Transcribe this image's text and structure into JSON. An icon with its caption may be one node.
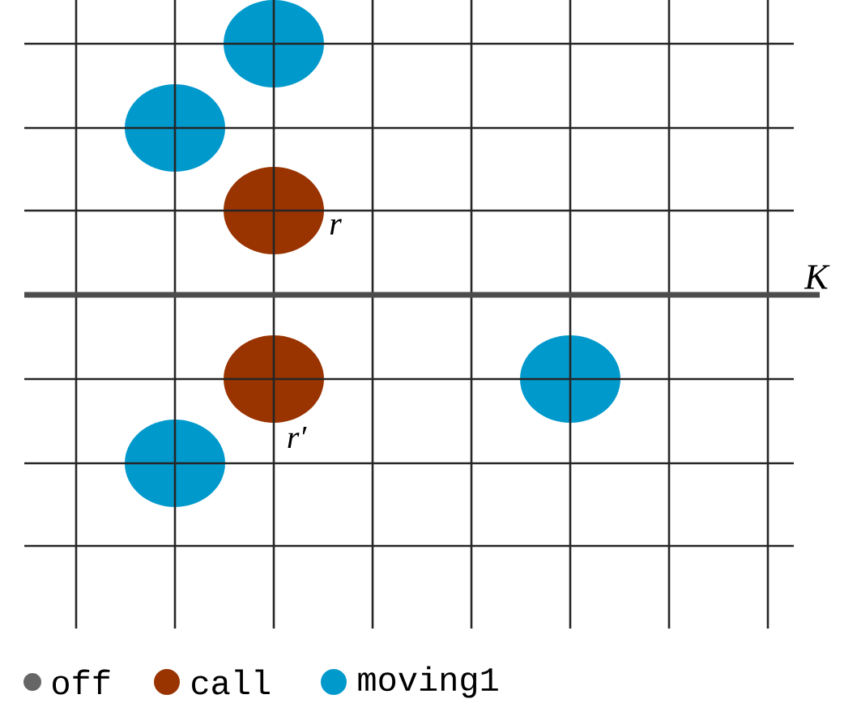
{
  "diagram": {
    "nodes": [
      {
        "text": [],
        "shape": "circle"
      },
      {
        "text": [],
        "shape": "circle"
      },
      {
        "text": [],
        "shape": "circle",
        "beside": [
          "r"
        ]
      },
      {
        "text": [],
        "shape": "circle",
        "beside": [
          "r′"
        ]
      },
      {
        "text": [],
        "shape": "circle"
      },
      {
        "text": [],
        "shape": "circle"
      }
    ],
    "labels": [
      "K"
    ],
    "legend": [
      {
        "text": "off",
        "color": "#666666"
      },
      {
        "text": "call",
        "color": "#993300"
      },
      {
        "text": "moving1",
        "color": "#0099cc"
      }
    ]
  }
}
